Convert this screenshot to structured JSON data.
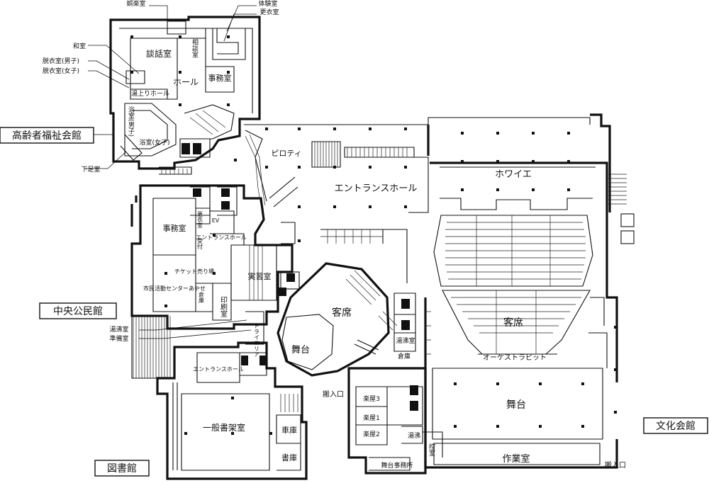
{
  "buildings": {
    "welfare": "高齢者福祉会館",
    "community": "中央公民館",
    "library": "図書館",
    "culture": "文化会館"
  },
  "welfare_rooms": {
    "amusement": "娯楽室",
    "experience": "体験室",
    "changing": "更衣室",
    "japanese": "和室",
    "undress_m": "脱衣室(男子)",
    "undress_f": "脱衣室(女子)",
    "lounge": "談話室",
    "consult": "相談室",
    "hall": "ホール",
    "office": "事務室",
    "after_bath": "湯上りホール",
    "bath_m": "浴室(男子)",
    "bath_f": "浴室(女子)",
    "shoe_room": "下足室"
  },
  "community_rooms": {
    "office": "事務室",
    "changing": "更衣室",
    "ev": "EV",
    "entrance_hall": "エントランスホール",
    "reception": "受付",
    "ticket": "チケット売り場",
    "civic_center": "市民活動センターあやせ",
    "storage": "倉庫",
    "print": "印刷室",
    "practice": "実習室",
    "kettle": "湯沸室",
    "prep": "準備室",
    "dry_area": "ドライエリア"
  },
  "library_rooms": {
    "entrance_hall": "エントランスホール",
    "stacks": "一般書架室",
    "archive": "車庫",
    "book_store": "書庫"
  },
  "culture_rooms": {
    "piloti": "ピロティ",
    "entrance_hall": "エントランスホール",
    "foyer": "ホワイエ",
    "seats_small": "客席",
    "stage_small": "舞台",
    "seats_large": "客席",
    "orchestra_pit": "オーケストラピット",
    "stage_large": "舞台",
    "loading_1": "搬入口",
    "loading_2": "搬入口",
    "green_1": "楽屋1",
    "green_2": "楽屋2",
    "green_3": "楽屋3",
    "stage_office": "舞台事務所",
    "kettle": "湯沸",
    "storage": "倉庫",
    "kettle_room": "湯沸室",
    "waiting": "控室",
    "workroom": "作業室"
  }
}
